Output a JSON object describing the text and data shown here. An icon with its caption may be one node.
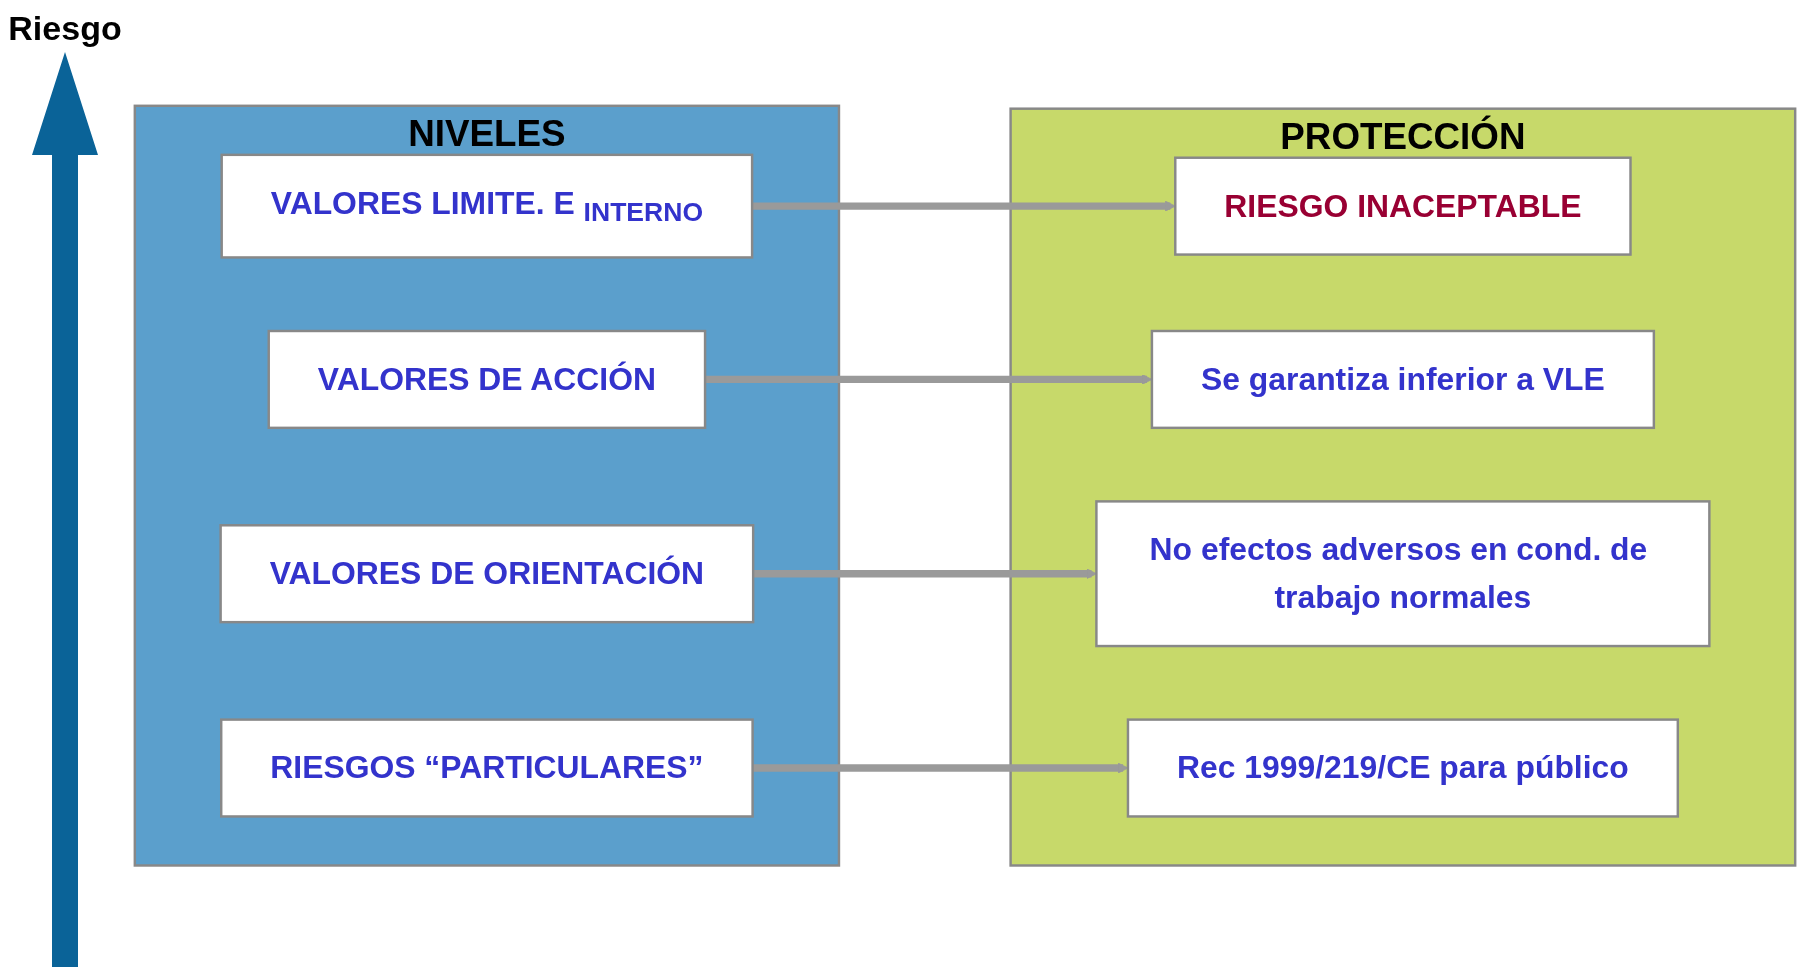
{
  "diagram": {
    "nodes": [
      {
        "text": [
          "NIVELES"
        ]
      },
      {
        "text": [
          "VALORES LIMITE. E $_{INTERNO}$"
        ],
        "in": 0
      },
      {
        "text": [
          "VALORES DE ACCIÓN"
        ],
        "in": 0
      },
      {
        "text": [
          "VALORES DE ORIENTACIÓN"
        ],
        "in": 0
      },
      {
        "text": [
          "RIESGOS “PARTICULARES”"
        ],
        "in": 0
      },
      {
        "text": [
          "PROTECCIÓN"
        ]
      },
      {
        "text": [
          "RIESGO INACEPTABLE"
        ],
        "in": 5
      },
      {
        "text": [
          "Se garantiza inferior a VLE"
        ],
        "in": 5
      },
      {
        "text": [
          "No efectos adversos en cond. de trabajo normales"
        ],
        "in": 5
      },
      {
        "text": [
          "Rec 1999/219/CE para público"
        ],
        "in": 5
      }
    ],
    "edges": [
      {
        "from": 1,
        "to": 6,
        "arrow": "to"
      },
      {
        "from": 2,
        "to": 7,
        "arrow": "to"
      },
      {
        "from": 3,
        "to": 8,
        "arrow": "to"
      },
      {
        "from": 4,
        "to": 9,
        "arrow": "to"
      }
    ],
    "labels": [
      "Riesgo"
    ]
  }
}
